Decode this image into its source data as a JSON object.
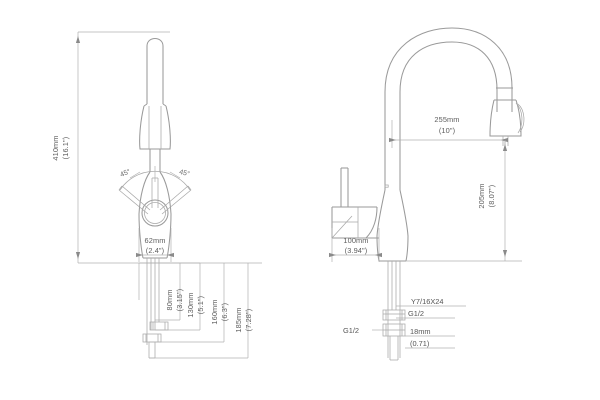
{
  "drawing": {
    "title": "Kitchen Faucet Technical Dimension Drawing",
    "background_color": "#ffffff",
    "line_color": "#8a8a8a",
    "text_color": "#5d5d5d",
    "views": {
      "front": {
        "name": "front-elevation-view",
        "dimensions": {
          "overall_height": {
            "label_mm": "410mm",
            "label_in": "(16.1\")",
            "orientation": "vertical"
          },
          "handle_swing_left": {
            "label": "45°"
          },
          "handle_swing_right": {
            "label": "45°"
          },
          "body_width": {
            "label_mm": "62mm",
            "label_in": "(2.4\")",
            "orientation": "horizontal"
          },
          "stack": [
            {
              "label_mm": "80mm",
              "label_in": "(3.15\")"
            },
            {
              "label_mm": "130mm",
              "label_in": "(5.1\")"
            },
            {
              "label_mm": "160mm",
              "label_in": "(6.3\")"
            },
            {
              "label_mm": "185mm",
              "label_in": "(7.28\")"
            }
          ]
        }
      },
      "side": {
        "name": "side-elevation-view",
        "dimensions": {
          "spout_reach": {
            "label_mm": "255mm",
            "label_in": "(10\")",
            "orientation": "horizontal"
          },
          "spout_height": {
            "label_mm": "205mm",
            "label_in": "(8.07\")",
            "orientation": "vertical"
          },
          "base_height": {
            "label_mm": "100mm",
            "label_in": "(3.94\")",
            "orientation": "horizontal"
          },
          "inlet_length": {
            "label_mm": "18mm",
            "label_in": "(0.71)",
            "orientation": "vertical"
          }
        },
        "threads": {
          "hose_thread": "Y7/16X24",
          "upper_connector": "G1/2",
          "lower_connector": "G1/2"
        }
      }
    }
  }
}
